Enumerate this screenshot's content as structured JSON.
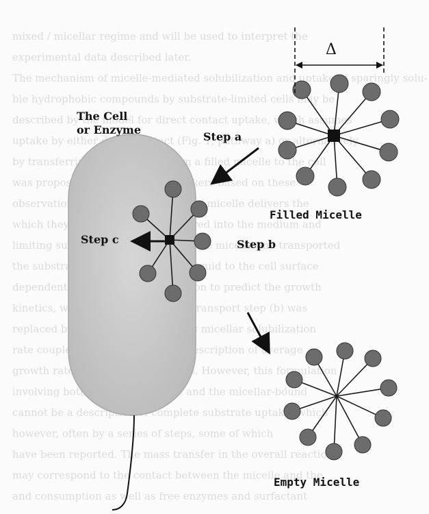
{
  "figure": {
    "cell_label_line1": "The Cell",
    "cell_label_line2": "or Enzyme",
    "step_a": "Step a",
    "step_b": "Step b",
    "step_c": "Step c",
    "filled_micelle": "Filled Micelle",
    "empty_micelle": "Empty Micelle",
    "delta_symbol": "Δ"
  },
  "background_text": {
    "lines": [
      "mixed / micellar regime and will be used to interpret the",
      "experimental data described later.",
      "The mechanism of micelle-mediated solubilization and uptake of sparingly solu-",
      "ble hydrophobic compounds by substrate-limited cells may be",
      "described by the model for direct contact uptake, which assumes",
      "uptake by either direct contact (Fig. 1, pathway a) or alternatively",
      "by transferring the substrate from a filled micelle to the cell",
      "was proposed by Miller and coworkers based on these",
      "observations. They assumed that the micelle delivers the",
      "which they assumed to be transferred into the medium and",
      "limiting substrate is released from the micelle and transported",
      "the substrate from the bulk of the liquid to the cell surface",
      "dependent. They derived an equation to predict the growth",
      "kinetics, where the first substrate transport step (b) was",
      "replaced by an equivalent involving micellar solubilization",
      "rate coupled with a transfer rate description of average",
      "growth rates based on the biomass. However, this formulation",
      "involving both the free substrate and the micellar-bound",
      "cannot be a description of complete substrate uptake, which",
      "however, often by a series of steps, some of which",
      "have been reported. The mass transfer in the overall reaction",
      "may correspond to the contact between the micelle and the",
      "and consumption as well as free enzymes and surfactant"
    ]
  }
}
